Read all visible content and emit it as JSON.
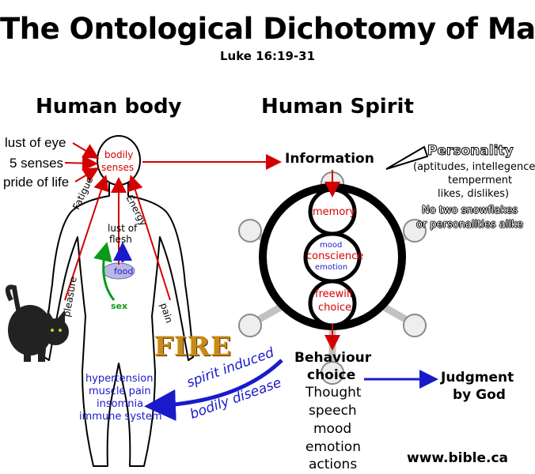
{
  "title": "The Ontological Dichotomy of Man",
  "subtitle": "Luke 16:19-31",
  "body_heading": "Human body",
  "spirit_heading": "Human Spirit",
  "body": {
    "inputs": [
      "lust of eye",
      "5 senses",
      "pride of life"
    ],
    "senses_label_1": "bodily",
    "senses_label_2": "senses",
    "fatigue": "Fatigue",
    "energy": "Energy",
    "lust_1": "lust of",
    "lust_2": "flesh",
    "food": "food",
    "sex": "sex",
    "pleasure": "pleasure",
    "pain": "pain",
    "fire": "FIRE",
    "diseases": [
      "hypertension",
      "muscle pain",
      "insomnia",
      "immune system"
    ]
  },
  "spirit": {
    "information": "Information",
    "memory": "memory",
    "mood": "mood",
    "conscience": "conscience",
    "emotion": "emotion",
    "freewill_1": "freewill",
    "freewill_2": "choice",
    "personality": "Personality",
    "personality_lines": [
      "(aptitudes, intellegence",
      "temperment",
      "likes, dislikes)",
      "No two snowflakes",
      "or personalities alike"
    ]
  },
  "spirit_induced_1": "spirit induced",
  "spirit_induced_2": "bodily disease",
  "behaviour_1": "Behaviour",
  "behaviour_2": "choice",
  "behaviour_list": [
    "Thought",
    "speech",
    "mood",
    "emotion",
    "actions"
  ],
  "judgment_1": "Judgment",
  "judgment_2": "by God",
  "website": "www.bible.ca",
  "colors": {
    "red": "#d40000",
    "blue": "#1a1acc",
    "green": "#0a9a1a"
  }
}
